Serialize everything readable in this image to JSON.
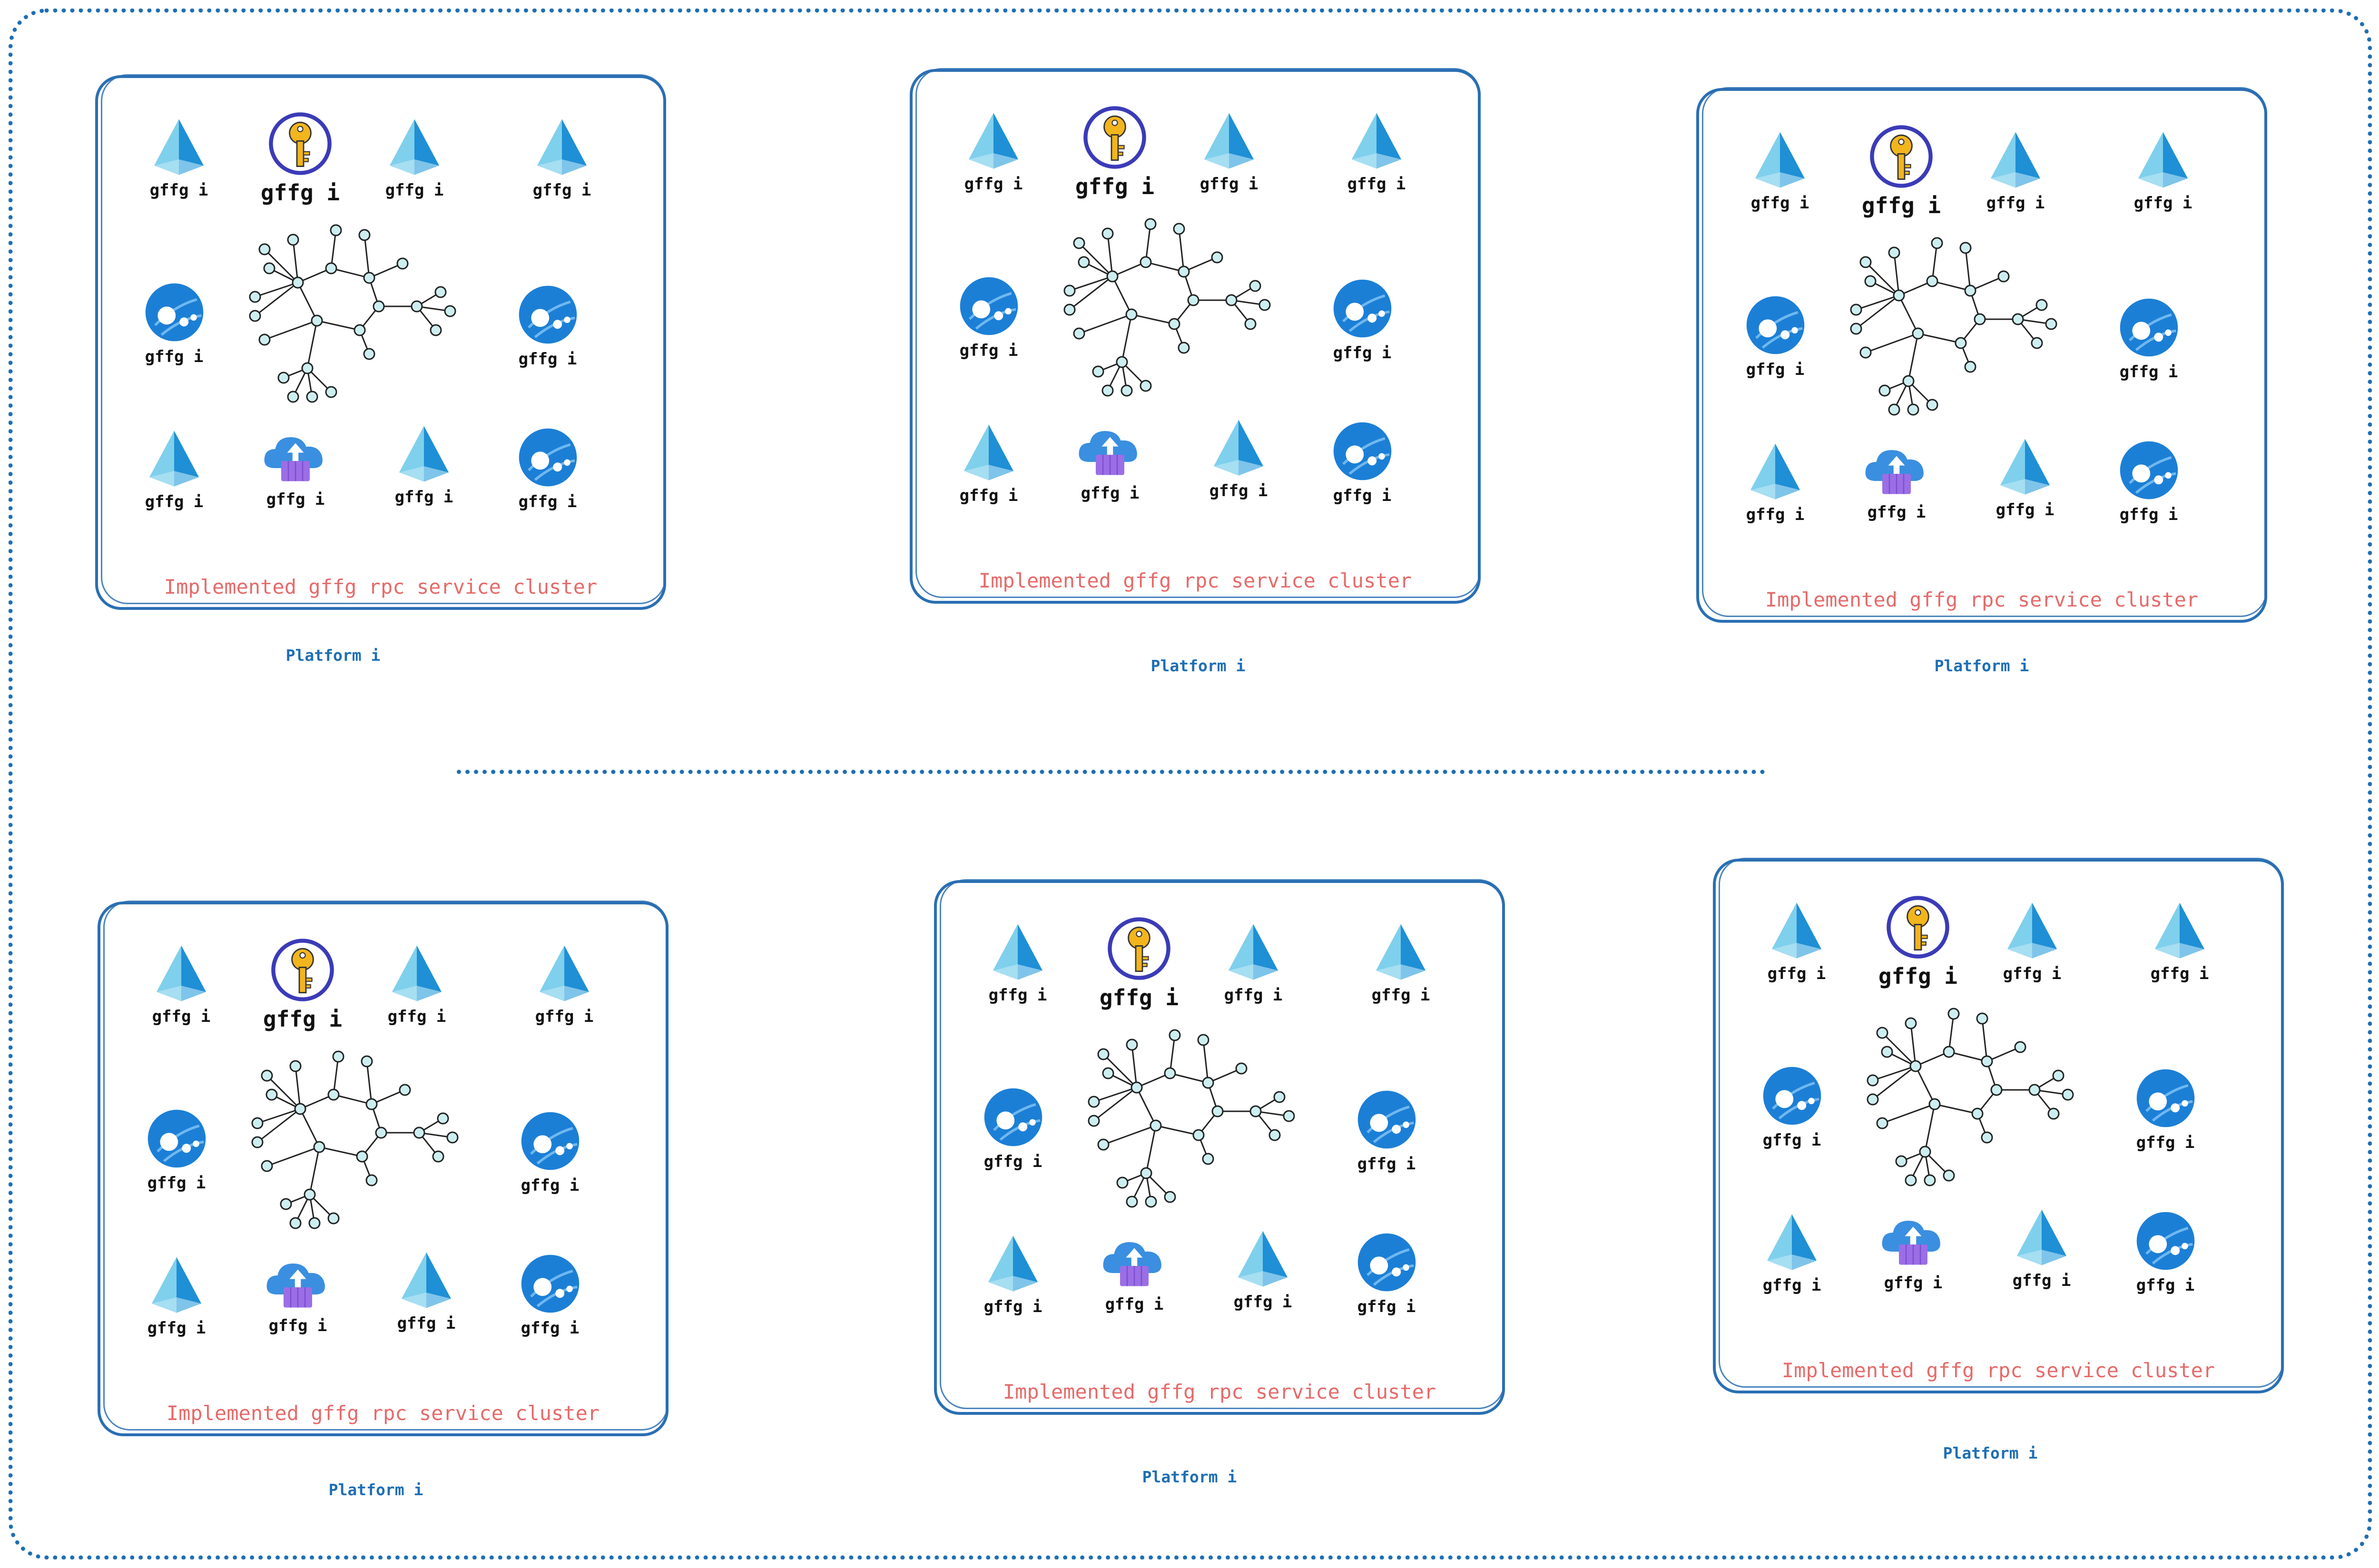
{
  "clusters": [
    {
      "caption": "Implemented gffg rpc service cluster",
      "platform": "Platform i",
      "items": [
        {
          "icon": "pyramid-icon",
          "label": "gffg i"
        },
        {
          "icon": "key-vault-icon",
          "label": "gffg i"
        },
        {
          "icon": "pyramid-icon",
          "label": "gffg i"
        },
        {
          "icon": "pyramid-icon",
          "label": "gffg i"
        },
        {
          "icon": "service-bubble-icon",
          "label": "gffg i"
        },
        {
          "icon": "service-bubble-icon",
          "label": "gffg i"
        },
        {
          "icon": "pyramid-icon",
          "label": "gffg i"
        },
        {
          "icon": "cloud-container-icon",
          "label": "gffg i"
        },
        {
          "icon": "pyramid-icon",
          "label": "gffg i"
        },
        {
          "icon": "service-bubble-icon",
          "label": "gffg i"
        }
      ]
    },
    {
      "caption": "Implemented gffg rpc service cluster",
      "platform": "Platform i",
      "items": [
        {
          "icon": "pyramid-icon",
          "label": "gffg i"
        },
        {
          "icon": "key-vault-icon",
          "label": "gffg i"
        },
        {
          "icon": "pyramid-icon",
          "label": "gffg i"
        },
        {
          "icon": "pyramid-icon",
          "label": "gffg i"
        },
        {
          "icon": "service-bubble-icon",
          "label": "gffg i"
        },
        {
          "icon": "service-bubble-icon",
          "label": "gffg i"
        },
        {
          "icon": "pyramid-icon",
          "label": "gffg i"
        },
        {
          "icon": "cloud-container-icon",
          "label": "gffg i"
        },
        {
          "icon": "pyramid-icon",
          "label": "gffg i"
        },
        {
          "icon": "service-bubble-icon",
          "label": "gffg i"
        }
      ]
    },
    {
      "caption": "Implemented gffg rpc service cluster",
      "platform": "Platform i",
      "items": [
        {
          "icon": "pyramid-icon",
          "label": "gffg i"
        },
        {
          "icon": "key-vault-icon",
          "label": "gffg i"
        },
        {
          "icon": "pyramid-icon",
          "label": "gffg i"
        },
        {
          "icon": "pyramid-icon",
          "label": "gffg i"
        },
        {
          "icon": "service-bubble-icon",
          "label": "gffg i"
        },
        {
          "icon": "service-bubble-icon",
          "label": "gffg i"
        },
        {
          "icon": "pyramid-icon",
          "label": "gffg i"
        },
        {
          "icon": "cloud-container-icon",
          "label": "gffg i"
        },
        {
          "icon": "pyramid-icon",
          "label": "gffg i"
        },
        {
          "icon": "service-bubble-icon",
          "label": "gffg i"
        }
      ]
    },
    {
      "caption": "Implemented gffg rpc service cluster",
      "platform": "Platform i",
      "items": [
        {
          "icon": "pyramid-icon",
          "label": "gffg i"
        },
        {
          "icon": "key-vault-icon",
          "label": "gffg i"
        },
        {
          "icon": "pyramid-icon",
          "label": "gffg i"
        },
        {
          "icon": "pyramid-icon",
          "label": "gffg i"
        },
        {
          "icon": "service-bubble-icon",
          "label": "gffg i"
        },
        {
          "icon": "service-bubble-icon",
          "label": "gffg i"
        },
        {
          "icon": "pyramid-icon",
          "label": "gffg i"
        },
        {
          "icon": "cloud-container-icon",
          "label": "gffg i"
        },
        {
          "icon": "pyramid-icon",
          "label": "gffg i"
        },
        {
          "icon": "service-bubble-icon",
          "label": "gffg i"
        }
      ]
    },
    {
      "caption": "Implemented gffg rpc service cluster",
      "platform": "Platform i",
      "items": [
        {
          "icon": "pyramid-icon",
          "label": "gffg i"
        },
        {
          "icon": "key-vault-icon",
          "label": "gffg i"
        },
        {
          "icon": "pyramid-icon",
          "label": "gffg i"
        },
        {
          "icon": "pyramid-icon",
          "label": "gffg i"
        },
        {
          "icon": "service-bubble-icon",
          "label": "gffg i"
        },
        {
          "icon": "service-bubble-icon",
          "label": "gffg i"
        },
        {
          "icon": "pyramid-icon",
          "label": "gffg i"
        },
        {
          "icon": "cloud-container-icon",
          "label": "gffg i"
        },
        {
          "icon": "pyramid-icon",
          "label": "gffg i"
        },
        {
          "icon": "service-bubble-icon",
          "label": "gffg i"
        }
      ]
    },
    {
      "caption": "Implemented gffg rpc service cluster",
      "platform": "Platform i",
      "items": [
        {
          "icon": "pyramid-icon",
          "label": "gffg i"
        },
        {
          "icon": "key-vault-icon",
          "label": "gffg i"
        },
        {
          "icon": "pyramid-icon",
          "label": "gffg i"
        },
        {
          "icon": "pyramid-icon",
          "label": "gffg i"
        },
        {
          "icon": "service-bubble-icon",
          "label": "gffg i"
        },
        {
          "icon": "service-bubble-icon",
          "label": "gffg i"
        },
        {
          "icon": "pyramid-icon",
          "label": "gffg i"
        },
        {
          "icon": "cloud-container-icon",
          "label": "gffg i"
        },
        {
          "icon": "pyramid-icon",
          "label": "gffg i"
        },
        {
          "icon": "service-bubble-icon",
          "label": "gffg i"
        }
      ]
    }
  ],
  "colors": {
    "frame": "#1f6fb5",
    "cluster_border": "#2a6fb3",
    "caption": "#e66a6a",
    "platform": "#1f6fb5",
    "pyramid_light": "#7fd0ec",
    "pyramid_dark": "#1f8fd6",
    "bubble": "#1c7fd6",
    "key": "#f2b51d",
    "key_ring": "#3b3bb8",
    "cloud": "#3a8fe0",
    "container": "#9b6ee6"
  }
}
